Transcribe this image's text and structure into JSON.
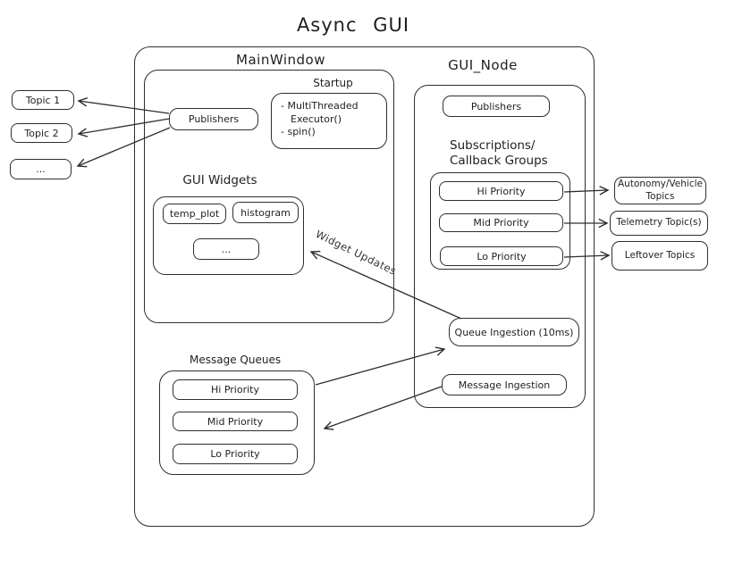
{
  "title": "Async GUI",
  "colors": {
    "stroke": "#2e2e2e",
    "text": "#1f1f1f",
    "background": "#ffffff"
  },
  "left_topics": [
    "Topic 1",
    "Topic 2",
    "..."
  ],
  "right_topics": [
    "Autonomy/Vehicle Topics",
    "Telemetry Topic(s)",
    "Leftover Topics"
  ],
  "main_window": {
    "label": "MainWindow",
    "publishers_label": "Publishers",
    "startup": {
      "label": "Startup",
      "lines": [
        "- MultiThreaded",
        "Executor()",
        "- spin()"
      ]
    },
    "gui_widgets": {
      "label": "GUI Widgets",
      "items": [
        "temp_plot",
        "histogram",
        "..."
      ]
    }
  },
  "gui_node": {
    "label": "GUI_Node",
    "publishers_label": "Publishers",
    "subscriptions": {
      "title_line1": "Subscriptions/",
      "title_line2": "Callback Groups",
      "items": [
        "Hi Priority",
        "Mid Priority",
        "Lo Priority"
      ]
    },
    "queue_ingestion_label": "Queue Ingestion (10ms)",
    "message_ingestion_label": "Message Ingestion"
  },
  "message_queues": {
    "label": "Message Queues",
    "items": [
      "Hi Priority",
      "Mid Priority",
      "Lo Priority"
    ]
  },
  "annotations": {
    "widget_updates": "Widget Updates"
  }
}
